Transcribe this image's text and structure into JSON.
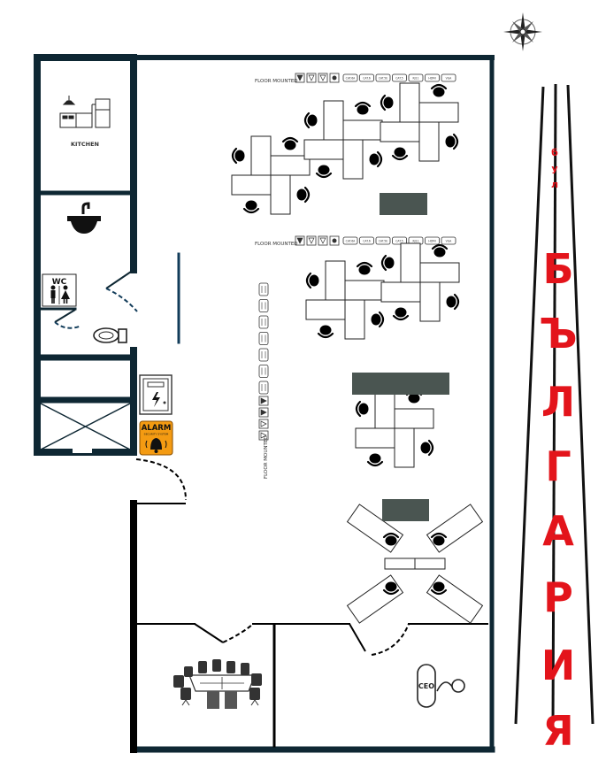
{
  "rooms": {
    "kitchen": "KITCHEN",
    "wc": "WC",
    "ceo": "CEO"
  },
  "alarm": {
    "title": "ALARM",
    "subtitle": "SECURITY SYSTEM"
  },
  "floor_mounted": "FLOOR MOUNTED",
  "outlet_codes": [
    "CAT.6A",
    "CAT.6",
    "CAT.5E",
    "CAT.5",
    "RJ11",
    "HDMI",
    "VGA"
  ],
  "street": {
    "prefix": [
      "б",
      "у",
      "л"
    ],
    "name": [
      "Б",
      "Ъ",
      "Л",
      "Г",
      "А",
      "Р",
      "И",
      "Я"
    ]
  },
  "colors": {
    "wall": "#0e2733",
    "furniture": "#000000",
    "table": "#4a5551",
    "accent_red": "#e3141b",
    "alarm_orange": "#f49b12",
    "door_blue": "#123c5a"
  },
  "icons": {
    "compass": "compass-rose-icon",
    "kitchen": "kitchen-appliances-icon",
    "sink": "sink-icon",
    "restroom": "restroom-icon",
    "toilet": "toilet-icon",
    "electrical": "electrical-panel-icon",
    "alarm": "alarm-bell-icon",
    "conference": "conference-table-icon",
    "ceo": "ceo-desk-icon"
  }
}
